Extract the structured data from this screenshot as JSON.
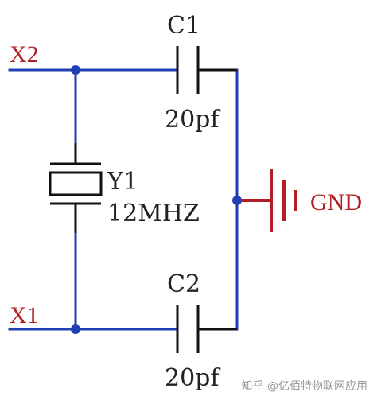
{
  "colors": {
    "wire": "#1f3fb3",
    "part": "#111111",
    "gnd": "#b11f24",
    "label": "#222222",
    "net_label_red": "#b11f24",
    "watermark": "#999999"
  },
  "nets": {
    "x2": "X2",
    "x1": "X1",
    "gnd": "GND"
  },
  "components": {
    "c1": {
      "ref": "C1",
      "value": "20pf"
    },
    "c2": {
      "ref": "C2",
      "value": "20pf"
    },
    "y1": {
      "ref": "Y1",
      "value": "12MHZ"
    }
  },
  "watermark": "知乎 @亿佰特物联网应用"
}
